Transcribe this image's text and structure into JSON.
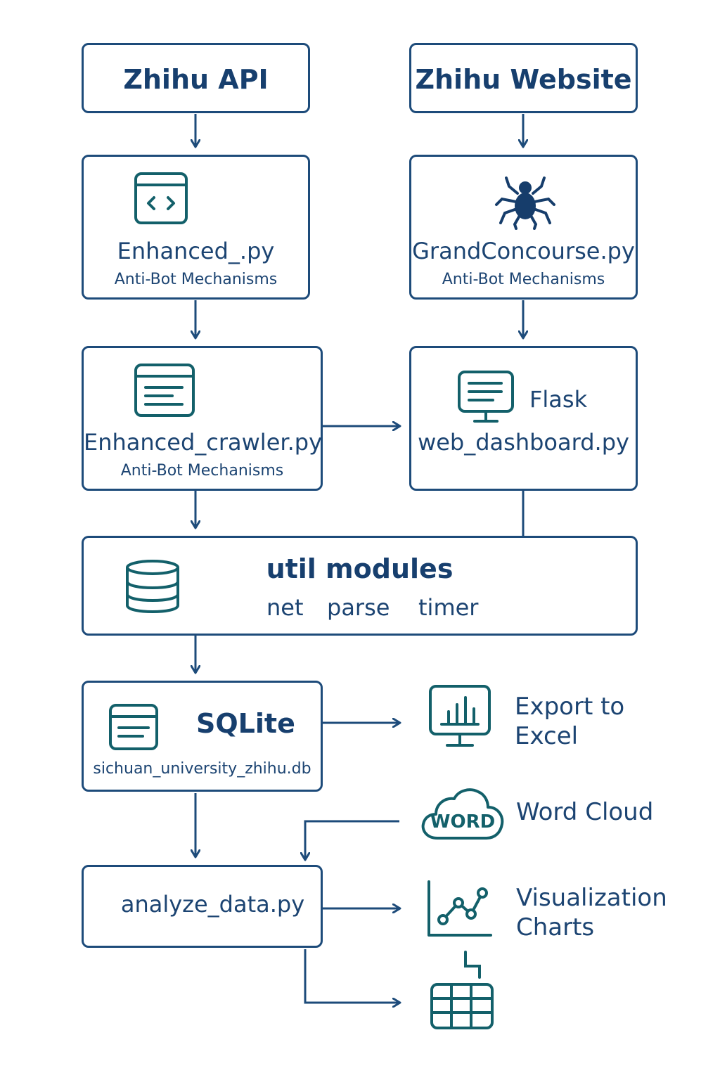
{
  "sources": {
    "api": "Zhihu API",
    "website": "Zhihu Website"
  },
  "crawlers": {
    "api_file": "Enhanced_.py",
    "api_sub": "Anti-Bot Mechanisms",
    "site_file": "GrandConcourse.py",
    "site_sub": "Anti-Bot Mechanisms"
  },
  "crawler_main": {
    "file": "Enhanced_crawler.py",
    "sub": "Anti-Bot Mechanisms"
  },
  "dashboard": {
    "title": "Flask",
    "file": "web_dashboard.py"
  },
  "util": {
    "title": "util modules",
    "items": [
      "net",
      "parse",
      "timer"
    ]
  },
  "database": {
    "title": "SQLite",
    "file": "sichuan_university_zhihu.db"
  },
  "analysis": {
    "file": "analyze_data.py"
  },
  "outputs": {
    "excel": "Export to Excel",
    "wordcloud": "Word Cloud",
    "wordcloud_icon_text": "WORD",
    "charts": "Visualization Charts"
  },
  "icons": {
    "code": "code-window-icon",
    "spider": "spider-icon",
    "document": "document-icon",
    "monitor": "monitor-icon",
    "database": "database-icon",
    "list": "list-window-icon",
    "excel": "bar-chart-monitor-icon",
    "cloud": "word-cloud-icon",
    "line_chart": "line-chart-icon",
    "table": "table-icon"
  },
  "colors": {
    "border": "#1d4b7a",
    "text": "#173f6e",
    "icon": "#13606a"
  }
}
